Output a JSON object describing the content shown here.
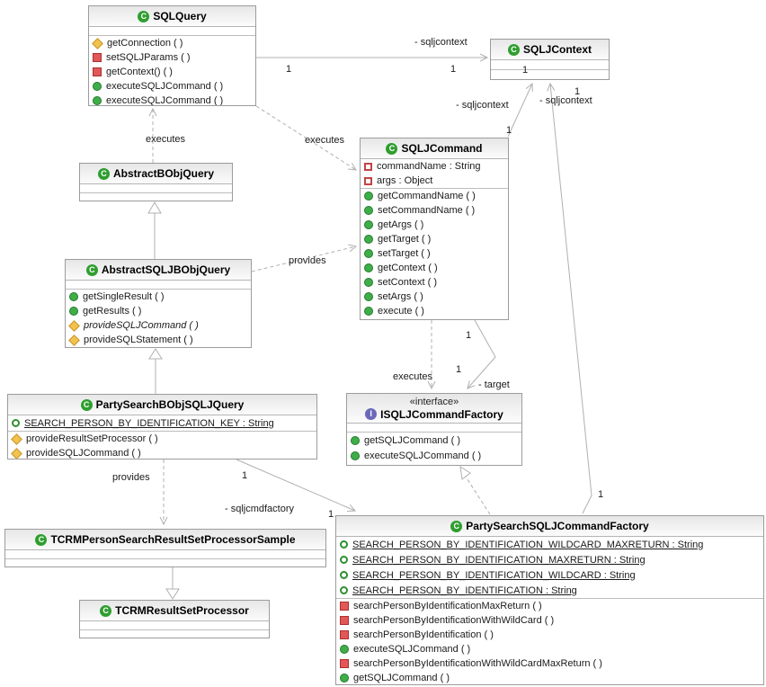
{
  "icons": {
    "class_letter": "C",
    "interface_letter": "I"
  },
  "classes": {
    "sqlquery": {
      "title": "SQLQuery",
      "methods": [
        {
          "icon": "protected-method-icon",
          "label": "getConnection ( )"
        },
        {
          "icon": "private-method-icon",
          "label": "setSQLJParams ( )"
        },
        {
          "icon": "private-method-icon",
          "label": "getContext() ( )"
        },
        {
          "icon": "public-method-icon",
          "label": "executeSQLJCommand ( )"
        },
        {
          "icon": "public-method-icon",
          "label": "executeSQLJCommand ( )"
        }
      ]
    },
    "sqljcontext": {
      "title": "SQLJContext"
    },
    "sqljcommand": {
      "title": "SQLJCommand",
      "attrs": [
        {
          "icon": "private-attr-icon",
          "label": "commandName : String"
        },
        {
          "icon": "private-attr-icon",
          "label": "args : Object"
        }
      ],
      "methods": [
        {
          "icon": "public-method-icon",
          "label": "getCommandName ( )"
        },
        {
          "icon": "public-method-icon",
          "label": "setCommandName ( )"
        },
        {
          "icon": "public-method-icon",
          "label": "getArgs ( )"
        },
        {
          "icon": "public-method-icon",
          "label": "getTarget ( )"
        },
        {
          "icon": "public-method-icon",
          "label": "setTarget ( )"
        },
        {
          "icon": "public-method-icon",
          "label": "getContext ( )"
        },
        {
          "icon": "public-method-icon",
          "label": "setContext ( )"
        },
        {
          "icon": "public-method-icon",
          "label": "setArgs ( )"
        },
        {
          "icon": "public-method-icon",
          "label": "execute ( )"
        }
      ]
    },
    "abstract_bobj_query": {
      "title": "AbstractBObjQuery"
    },
    "abstract_sqlj_bobj_query": {
      "title": "AbstractSQLJBObjQuery",
      "methods": [
        {
          "icon": "public-method-icon",
          "label": "getSingleResult ( )"
        },
        {
          "icon": "public-method-icon",
          "label": "getResults ( )"
        },
        {
          "icon": "protected-method-icon",
          "label": "provideSQLJCommand ( )",
          "style": "italic"
        },
        {
          "icon": "protected-method-icon",
          "label": "provideSQLStatement ( )"
        }
      ]
    },
    "party_search_bobj_sqlj_query": {
      "title": "PartySearchBObjSQLJQuery",
      "attrs": [
        {
          "icon": "public-attr-icon",
          "label": "SEARCH_PERSON_BY_IDENTIFICATION_KEY : String",
          "style": "underline"
        }
      ],
      "methods": [
        {
          "icon": "protected-method-icon",
          "label": "provideResultSetProcessor ( )"
        },
        {
          "icon": "protected-method-icon",
          "label": "provideSQLJCommand ( )"
        }
      ]
    },
    "isqlj_command_factory": {
      "stereotype": "«interface»",
      "title": "ISQLJCommandFactory",
      "methods": [
        {
          "icon": "public-method-icon",
          "label": "getSQLJCommand ( )"
        },
        {
          "icon": "public-method-icon",
          "label": "executeSQLJCommand ( )"
        }
      ]
    },
    "tcrm_person_search_result_set_processor_sample": {
      "title": "TCRMPersonSearchResultSetProcessorSample"
    },
    "tcrm_result_set_processor": {
      "title": "TCRMResultSetProcessor"
    },
    "party_search_sqlj_command_factory": {
      "title": "PartySearchSQLJCommandFactory",
      "attrs": [
        {
          "icon": "public-attr-icon",
          "label": "SEARCH_PERSON_BY_IDENTIFICATION_WILDCARD_MAXRETURN : String",
          "style": "underline"
        },
        {
          "icon": "public-attr-icon",
          "label": "SEARCH_PERSON_BY_IDENTIFICATION_MAXRETURN : String",
          "style": "underline"
        },
        {
          "icon": "public-attr-icon",
          "label": "SEARCH_PERSON_BY_IDENTIFICATION_WILDCARD : String",
          "style": "underline"
        },
        {
          "icon": "public-attr-icon",
          "label": "SEARCH_PERSON_BY_IDENTIFICATION : String",
          "style": "underline"
        }
      ],
      "methods": [
        {
          "icon": "private-method-icon",
          "label": "searchPersonByIdentificationMaxReturn ( )"
        },
        {
          "icon": "private-method-icon",
          "label": "searchPersonByIdentificationWithWildCard ( )"
        },
        {
          "icon": "private-method-icon",
          "label": "searchPersonByIdentification ( )"
        },
        {
          "icon": "public-method-icon",
          "label": "executeSQLJCommand ( )"
        },
        {
          "icon": "private-method-icon",
          "label": "searchPersonByIdentificationWithWildCardMaxReturn ( )"
        },
        {
          "icon": "public-method-icon",
          "label": "getSQLJCommand ( )"
        }
      ]
    }
  },
  "edge_labels": {
    "sqljcontext_a": "- sqljcontext",
    "sqljcontext_b": "- sqljcontext",
    "sqljcontext_c": "- sqljcontext",
    "executes_a": "executes",
    "executes_b": "executes",
    "executes_c": "executes",
    "provides_a": "provides",
    "provides_b": "provides",
    "sqljcmdfactory": "- sqljcmdfactory",
    "target": "- target"
  },
  "multiplicities": [
    "1",
    "1",
    "1",
    "1",
    "1",
    "1",
    "1",
    "1",
    "1",
    "1"
  ],
  "line_color": "#b0b0b0"
}
